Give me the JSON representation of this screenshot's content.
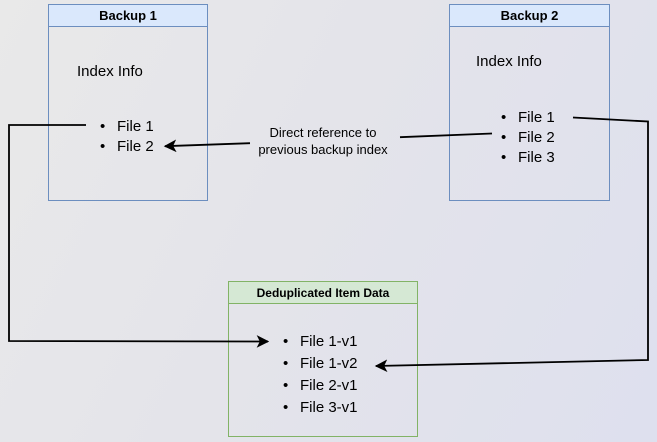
{
  "diagram": {
    "backup1": {
      "title": "Backup 1",
      "subtitle": "Index Info",
      "items": [
        "File 1",
        "File 2"
      ]
    },
    "backup2": {
      "title": "Backup 2",
      "subtitle": "Index Info",
      "items": [
        "File 1",
        "File 2",
        "File 3"
      ]
    },
    "dedup": {
      "title": "Deduplicated Item Data",
      "items": [
        "File 1-v1",
        "File 1-v2",
        "File 2-v1",
        "File 3-v1"
      ]
    },
    "edge_label": {
      "line1": "Direct reference to",
      "line2": "previous backup index"
    },
    "colors": {
      "blue_border": "#6c8ebf",
      "blue_fill": "#dae8fc",
      "green_border": "#82b366",
      "green_fill": "#d5e8d4",
      "line_color": "#000000",
      "text_color": "#000000"
    }
  }
}
